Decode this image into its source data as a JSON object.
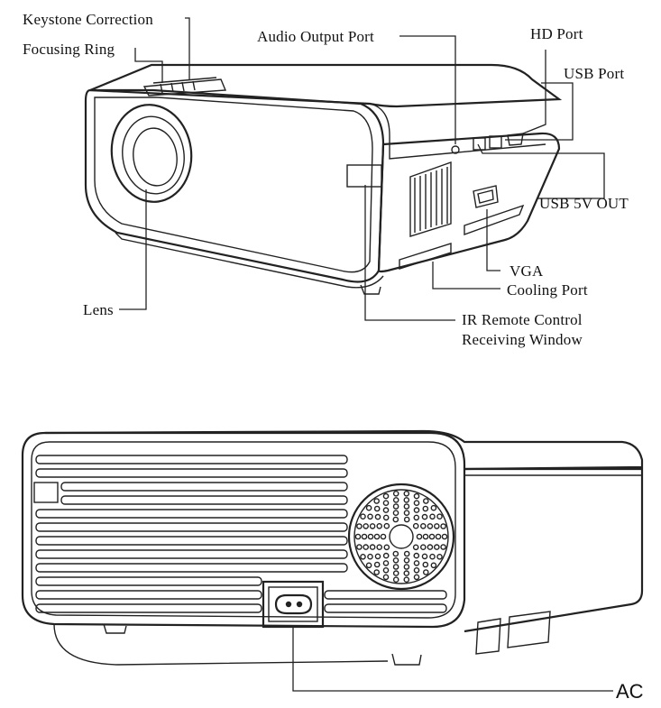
{
  "top_view": {
    "labels": {
      "keystone_correction": "Keystone Correction",
      "focusing_ring": "Focusing Ring",
      "audio_output_port": "Audio Output Port",
      "hd_port": "HD Port",
      "usb_port": "USB Port",
      "usb_5v_out": "USB 5V OUT",
      "vga": "VGA",
      "cooling_port": "Cooling Port",
      "lens": "Lens",
      "ir_remote_line1": "IR Remote Control",
      "ir_remote_line2": "Receiving Window"
    }
  },
  "rear_view": {
    "labels": {
      "ac": "AC"
    }
  },
  "icons": {
    "projector_front_view": "projector-illustration",
    "projector_rear_view": "projector-illustration",
    "ac_socket": "power-socket-icon"
  }
}
